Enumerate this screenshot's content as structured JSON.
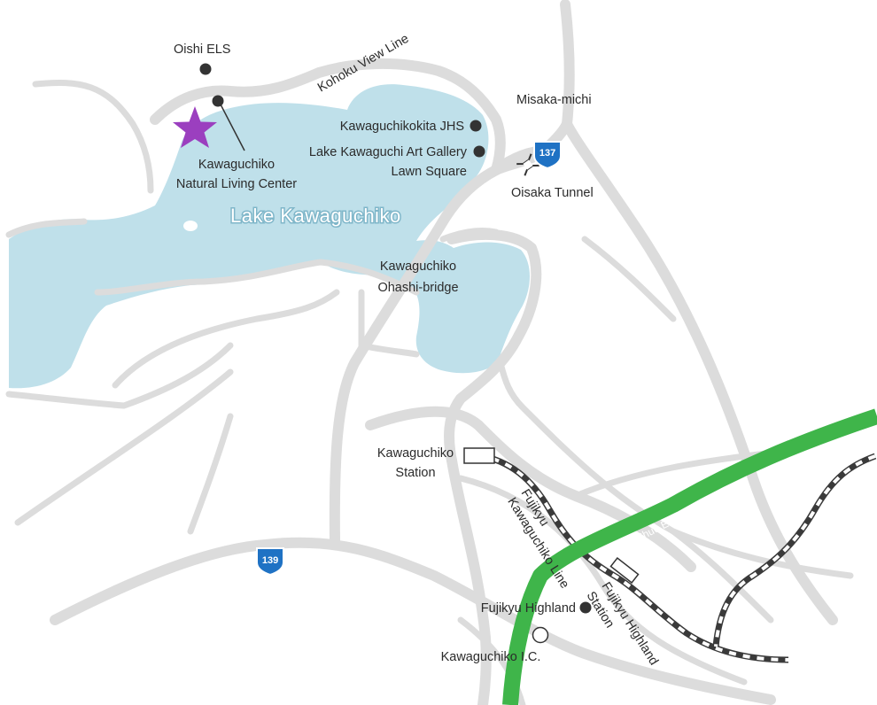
{
  "map": {
    "lake_name": "Lake Kawaguchiko",
    "colors": {
      "water": "#bfe0ea",
      "road": "#dcdcdc",
      "expressway": "#3fb54a",
      "railway": "#3a3a3a",
      "poi": "#333333",
      "star": "#9b3fbf",
      "route_shield": "#1f72c4"
    },
    "highlight_icon": "star-marker-icon",
    "roads": {
      "kohoku_view_line": "Kohoku View Line",
      "misaka_michi": "Misaka-michi",
      "oisaka_tunnel": "Oisaka Tunnel",
      "ohashi_bridge": "Kawaguchiko\nOhashi-bridge",
      "chuo_expressway": "Chuo Expressway",
      "route_137": "137",
      "route_139": "139"
    },
    "railway": {
      "fujikyu_line": "Fujikyu\nKawaguchiko Line"
    },
    "pois": [
      {
        "id": "oishi-els",
        "label": "Oishi ELS"
      },
      {
        "id": "natural-living-center",
        "label": "Kawaguchiko\nNatural Living Center"
      },
      {
        "id": "kawaguchikokita-jhs",
        "label": "Kawaguchikokita JHS"
      },
      {
        "id": "art-gallery",
        "label": "Lake Kawaguchi Art Gallery\nLawn Square"
      },
      {
        "id": "fujikyu-highland",
        "label": "Fujikyu Highland"
      }
    ],
    "stations": [
      {
        "id": "kawaguchiko-station",
        "label": "Kawaguchiko\nStation"
      },
      {
        "id": "fujikyu-highland-station",
        "label": "Fujikyu Highland\nStation"
      }
    ],
    "interchanges": [
      {
        "id": "kawaguchiko-ic",
        "label": "Kawaguchiko I.C."
      }
    ]
  }
}
